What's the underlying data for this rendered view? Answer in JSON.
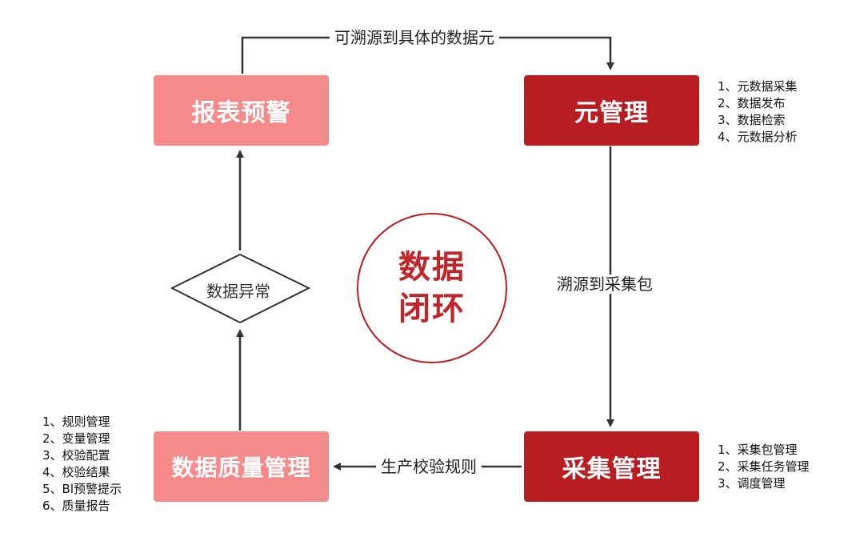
{
  "nodes": {
    "report_warning": "报表预警",
    "meta_management": "元管理",
    "collection_management": "采集管理",
    "data_quality_management": "数据质量管理",
    "data_anomaly": "数据异常"
  },
  "center": {
    "line1": "数据",
    "line2": "闭环"
  },
  "edges": {
    "top": "可溯源到具体的数据元",
    "right": "溯源到采集包",
    "bottom": "生产校验规则"
  },
  "notes": {
    "meta": [
      "1、元数据采集",
      "2、数据发布",
      "3、数据检索",
      "4、元数据分析"
    ],
    "collection": [
      "1、采集包管理",
      "2、采集任务管理",
      "3、调度管理"
    ],
    "quality": [
      "1、规则管理",
      "2、变量管理",
      "3、校验配置",
      "4、校验结果",
      "5、Bl预警提示",
      "6、质量报告"
    ]
  },
  "colors": {
    "light_box": "#f58a8a",
    "dark_box": "#b81d22",
    "line": "#333333"
  }
}
